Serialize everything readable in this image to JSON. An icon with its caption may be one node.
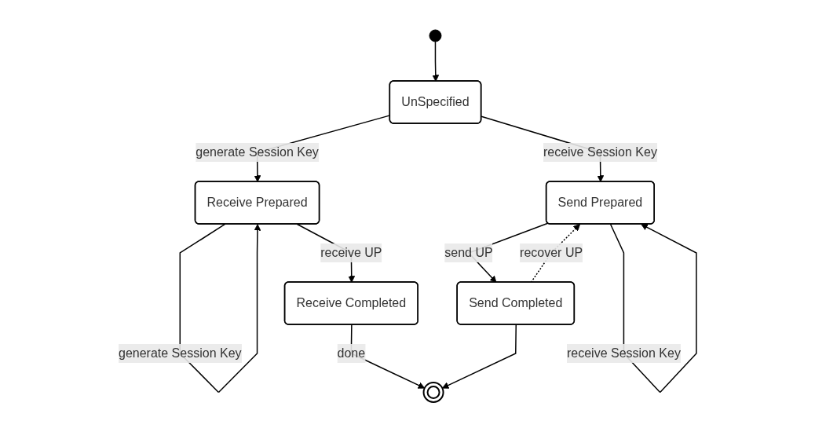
{
  "diagram": {
    "nodes": [
      {
        "text": [],
        "shape": "circle"
      },
      {
        "text": [
          "UnSpecified"
        ]
      },
      {
        "text": [
          "Receive Prepared"
        ]
      },
      {
        "text": [
          "Receive Completed"
        ]
      },
      {
        "text": [
          "Send Prepared"
        ]
      },
      {
        "text": [
          "Send Completed"
        ]
      },
      {
        "text": [],
        "shape": "circle"
      }
    ],
    "edges": [
      {
        "from": 0,
        "to": 1,
        "arrow": "to"
      },
      {
        "from": 1,
        "to": 2,
        "arrow": "to",
        "label": "generate Session Key"
      },
      {
        "from": 2,
        "to": 2,
        "arrow": "to",
        "label": "generate Session Key"
      },
      {
        "from": 1,
        "to": 4,
        "arrow": "to",
        "label": "receive Session Key"
      },
      {
        "from": 4,
        "to": 4,
        "arrow": "to",
        "label": "receive Session Key"
      },
      {
        "from": 2,
        "to": 3,
        "arrow": "to",
        "label": "receive UP"
      },
      {
        "from": 4,
        "to": 5,
        "arrow": "to",
        "label": "send UP"
      },
      {
        "from": 5,
        "to": 4,
        "arrow": "to",
        "label": "recover UP",
        "style": "dashed"
      },
      {
        "from": 3,
        "to": 6,
        "arrow": "to",
        "label": "done"
      },
      {
        "from": 5,
        "to": 6,
        "arrow": "to"
      }
    ]
  }
}
